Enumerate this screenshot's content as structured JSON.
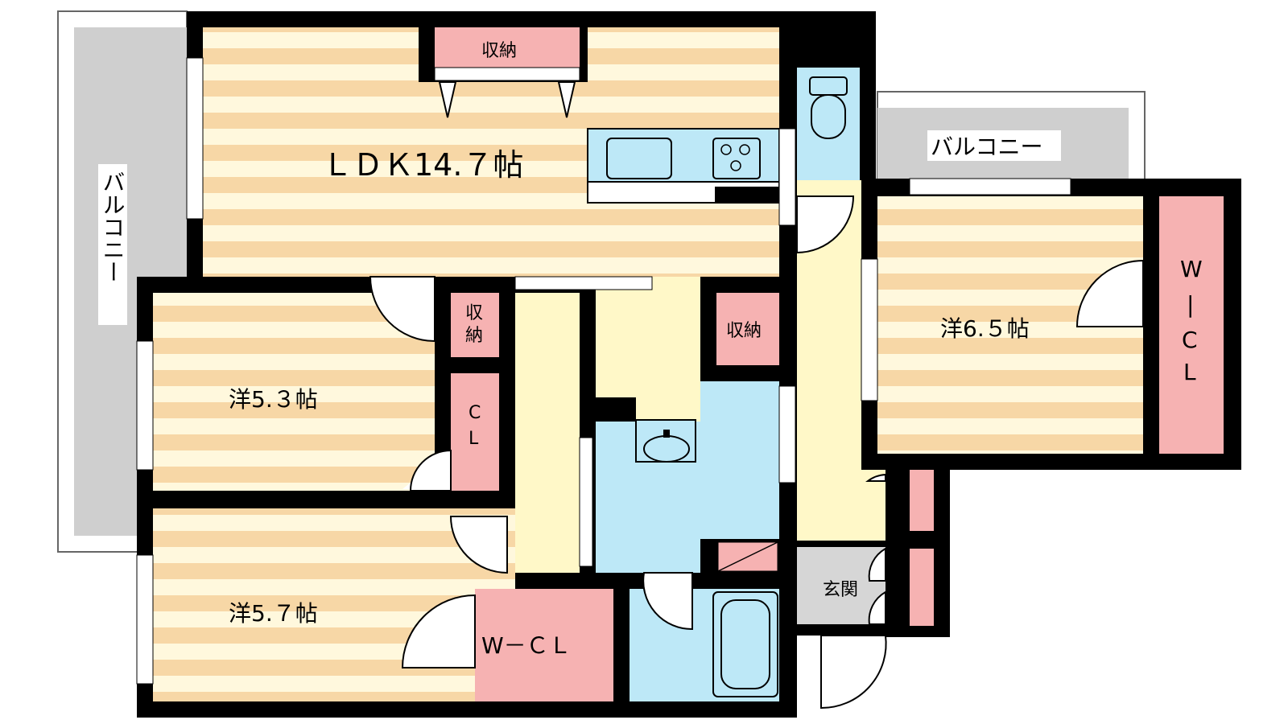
{
  "rooms": {
    "ldk": "ＬＤＫ14.７帖",
    "western_1": "洋5.３帖",
    "western_2": "洋5.７帖",
    "western_3": "洋6.５帖",
    "entrance": "玄関"
  },
  "storage": {
    "ldk_storage": "収納",
    "hall_storage": "収納",
    "storage_small_top": "収",
    "storage_small_bottom": "納",
    "closet_top": "C",
    "closet_bottom": "L",
    "wcl_south": "W－ＣＬ",
    "wcl_east_1": "W",
    "wcl_east_2": "|",
    "wcl_east_3": "C",
    "wcl_east_4": "L"
  },
  "balconies": {
    "west": "バルコニー",
    "east": "バルコニー"
  },
  "colors": {
    "wall": "#000000",
    "floor_stripe_light": "#fff8dd",
    "floor_stripe_dark": "#f7d7a6",
    "storage_pink": "#f6b2b2",
    "wet_area_blue": "#bde8f7",
    "hall_yellow": "#fff8c8",
    "balcony_gray": "#cfcfcf",
    "entrance_gray": "#d6d6d6"
  }
}
